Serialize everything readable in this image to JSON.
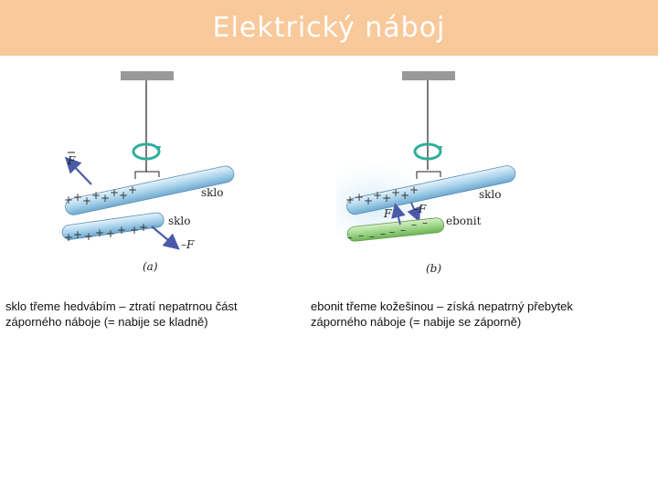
{
  "title": "Elektrický náboj",
  "figures": {
    "a": {
      "panel_label": "(a)",
      "rod_top_label": "sklo",
      "rod_bottom_label": "sklo",
      "force_top_label": "F",
      "force_bottom_label": "–F"
    },
    "b": {
      "panel_label": "(b)",
      "rod_top_label": "sklo",
      "rod_bottom_label": "ebonit",
      "force_top_label": "–F",
      "force_bottom_label": "F"
    }
  },
  "captions": {
    "a": "sklo třeme hedvábím – ztratí nepatrnou část záporného náboje (= nabije se kladně)",
    "b": "ebonit třeme kožešinou – získá nepatrný přebytek záporného náboje (= nabije se záporně)"
  },
  "colors": {
    "title_bar": "#f8c99a",
    "glass_rod": "#a9d3ec",
    "ebonite_rod": "#9fd68a",
    "rotation_arrow": "#2fae9a",
    "force_arrow": "#4a5aa8"
  }
}
